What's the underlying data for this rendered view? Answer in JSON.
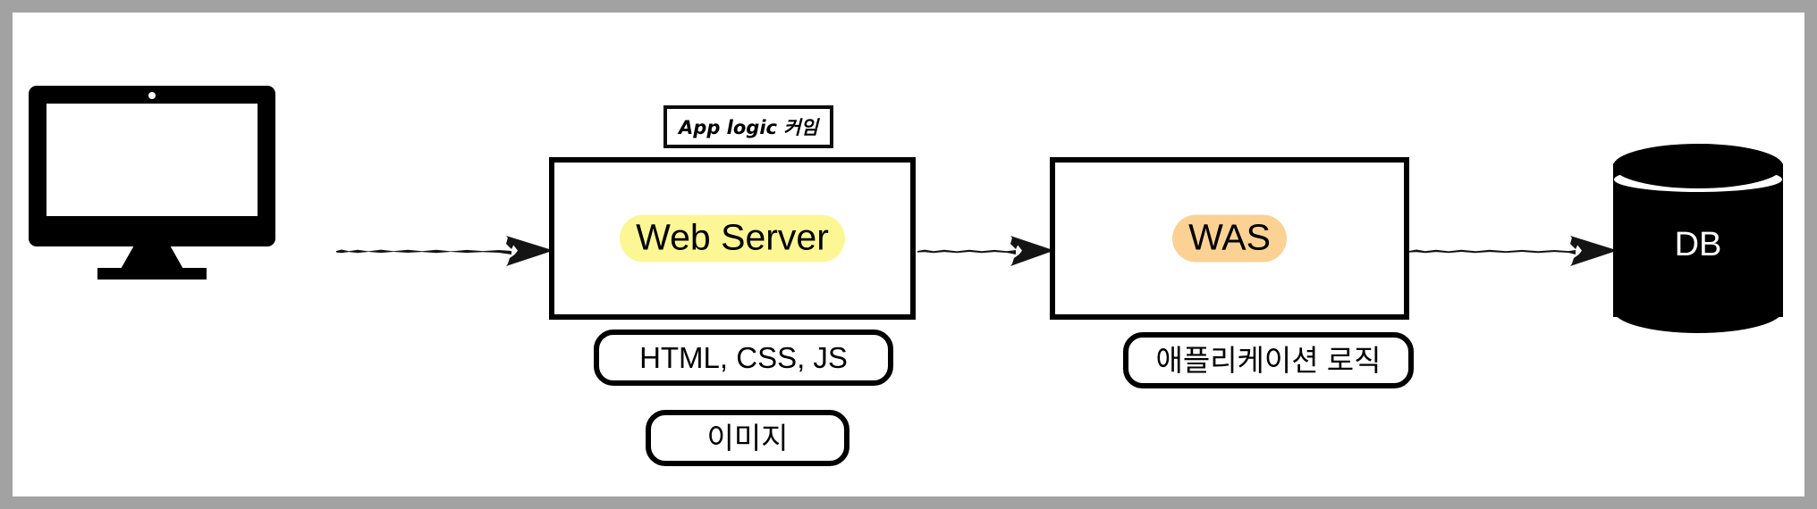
{
  "diagram": {
    "title": "Web Server / WAS / DB request flow",
    "frame_color": "#A2A2A2",
    "canvas_color": "#FFFFFF",
    "stroke_color": "#000000",
    "highlight_yellow": "#FCF794",
    "highlight_orange": "#FBD294",
    "nodes": {
      "client": {
        "icon": "desktop-monitor-icon",
        "label": ""
      },
      "web_server": {
        "label": "Web Server",
        "highlight": "#FCF794"
      },
      "was": {
        "label": "WAS",
        "highlight": "#FBD294"
      },
      "db": {
        "label": "DB",
        "shape": "cylinder",
        "fill": "#000000",
        "text_color": "#FFFFFF"
      }
    },
    "annotations": {
      "app_logic_note": "App logic 커임"
    },
    "captions": {
      "web_server": [
        "HTML, CSS, JS",
        "이미지"
      ],
      "was": [
        "애플리케이션 로직"
      ]
    },
    "arrows": [
      {
        "id": "client-to-web-server",
        "from": "client",
        "to": "web_server",
        "style": "rough-sketch"
      },
      {
        "id": "web-server-to-was",
        "from": "web_server",
        "to": "was",
        "style": "rough-sketch"
      },
      {
        "id": "was-to-db",
        "from": "was",
        "to": "db",
        "style": "rough-sketch"
      }
    ]
  }
}
